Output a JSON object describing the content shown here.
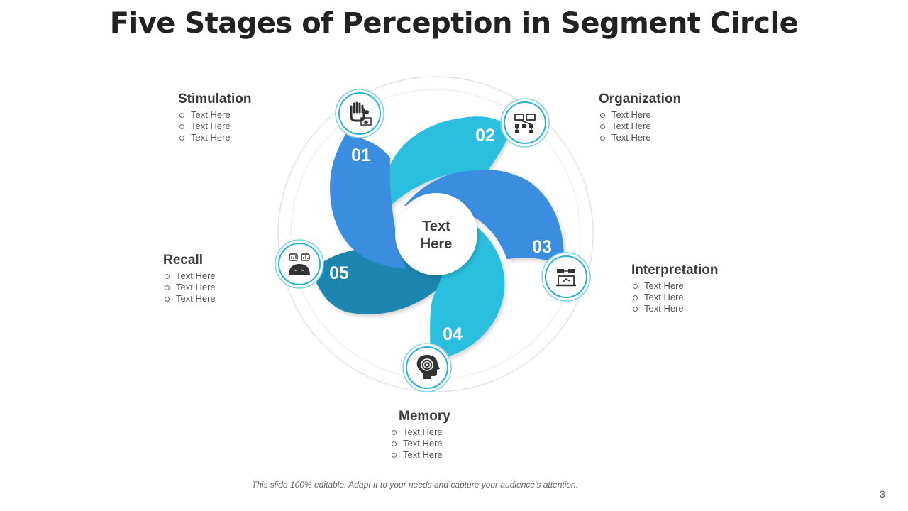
{
  "title": "Five Stages of Perception in Segment Circle",
  "center": {
    "line1": "Text",
    "line2": "Here"
  },
  "stages": [
    {
      "number": "01",
      "title": "Stimulation",
      "items": [
        "Text Here",
        "Text Here",
        "Text Here"
      ],
      "color": "#3a8de0",
      "icon": "hand-stop-icon"
    },
    {
      "number": "02",
      "title": "Organization",
      "items": [
        "Text Here",
        "Text Here",
        "Text Here"
      ],
      "color": "#2bbfde",
      "icon": "org-chart-icon"
    },
    {
      "number": "03",
      "title": "Interpretation",
      "items": [
        "Text Here",
        "Text Here",
        "Text Here"
      ],
      "color": "#3a8de0",
      "icon": "laptop-network-icon"
    },
    {
      "number": "04",
      "title": "Memory",
      "items": [
        "Text Here",
        "Text Here",
        "Text Here"
      ],
      "color": "#2bbfde",
      "icon": "head-target-icon"
    },
    {
      "number": "05",
      "title": "Recall",
      "items": [
        "Text Here",
        "Text Here",
        "Text Here"
      ],
      "color": "#1e86b0",
      "icon": "person-thinking-icon"
    }
  ],
  "footer": "This slide 100% editable. Adapt  It to your needs and capture your audience's  attention.",
  "page_number": "3"
}
